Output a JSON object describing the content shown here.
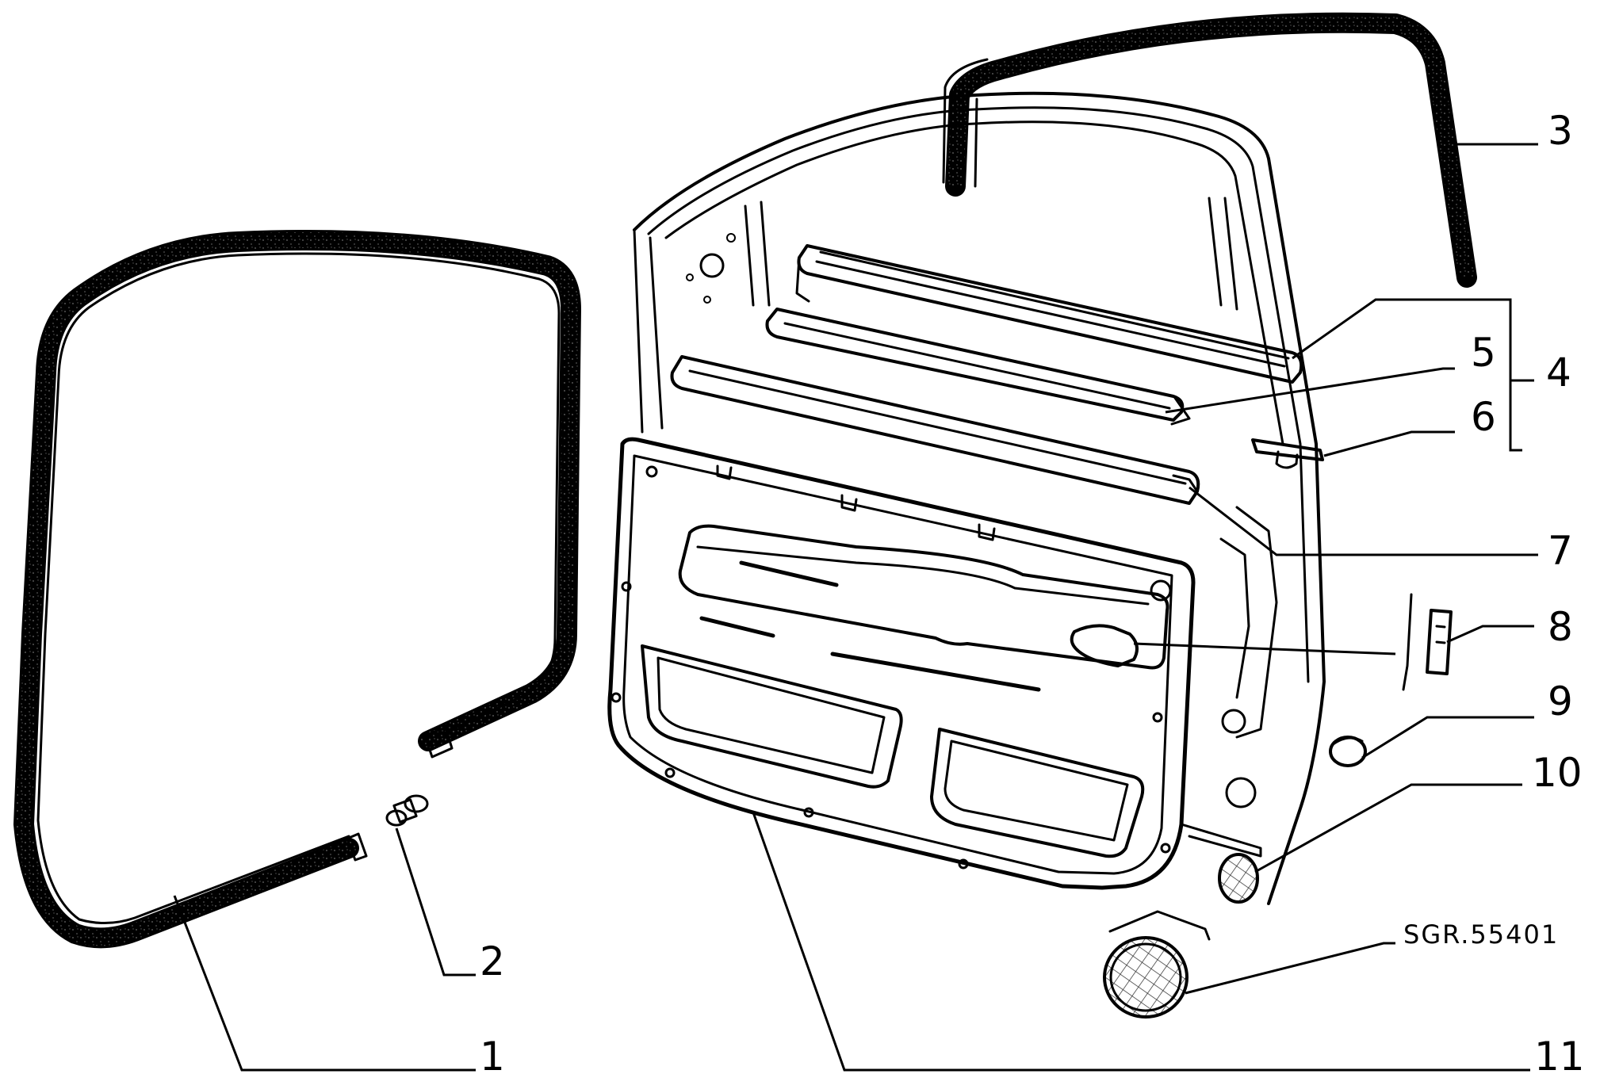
{
  "diagram": {
    "callouts": [
      {
        "id": "1",
        "label": "1"
      },
      {
        "id": "2",
        "label": "2"
      },
      {
        "id": "3",
        "label": "3"
      },
      {
        "id": "4",
        "label": "4"
      },
      {
        "id": "5",
        "label": "5"
      },
      {
        "id": "6",
        "label": "6"
      },
      {
        "id": "7",
        "label": "7"
      },
      {
        "id": "8",
        "label": "8"
      },
      {
        "id": "9",
        "label": "9"
      },
      {
        "id": "10",
        "label": "10"
      },
      {
        "id": "11",
        "label": "11"
      }
    ],
    "drawing_code": "SGR.55401"
  },
  "colors": {
    "ink": "#000000",
    "paper": "#ffffff",
    "texture": "#555555"
  }
}
